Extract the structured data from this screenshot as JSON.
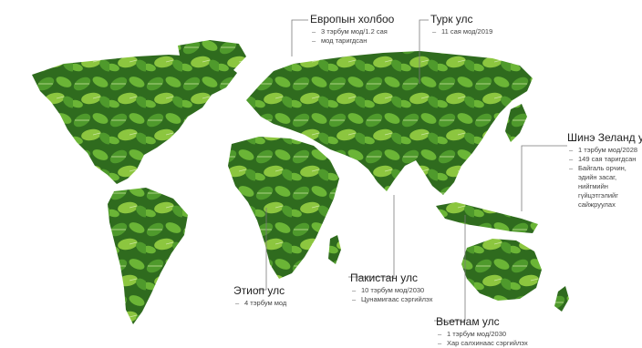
{
  "countries": [
    {
      "name": "Европын холбоо",
      "items": [
        "3 тэрбум мод/1.2 сая",
        "мод таригдсан"
      ]
    },
    {
      "name": "Турк улс",
      "items": [
        "11 сая мод/2019"
      ]
    },
    {
      "name": "Шинэ Зеланд улс",
      "items": [
        "1 тэрбум мод/2028",
        "149 сая таригдсан",
        "Байгаль орчин, эдийн засаг, нийгмийн гүйцэтгэлийг сайжруулах"
      ]
    },
    {
      "name": "Этиоп улс",
      "items": [
        "4 тэрбум мод"
      ]
    },
    {
      "name": "Пакистан улс",
      "items": [
        "10 тэрбум мод/2030",
        "Цунамигаас сэргийлэх"
      ]
    },
    {
      "name": "Вьетнам улс",
      "items": [
        "1 тэрбум мод/2030",
        "Хар салхинаас сэргийлэх"
      ]
    }
  ],
  "colors": {
    "leaf_dark": "#2f6b1e",
    "leaf_mid": "#4f9a2c",
    "leaf_light": "#8cc63f",
    "text": "#333333",
    "line": "#7a7a7a"
  }
}
